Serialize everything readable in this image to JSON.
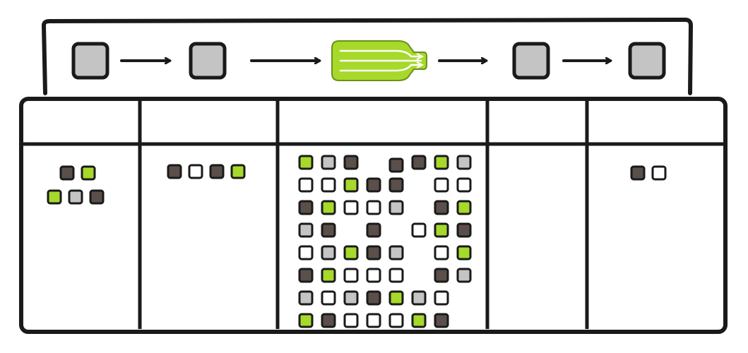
{
  "colors": {
    "stroke": "#1a1a1a",
    "background": "#ffffff",
    "gray": "#c4c4c4",
    "dark": "#5a4f4a",
    "green": "#a6d92a",
    "empty": "#ffffff"
  },
  "pipeline": {
    "steps": [
      {
        "kind": "box",
        "state": "gray"
      },
      {
        "kind": "arrow"
      },
      {
        "kind": "box",
        "state": "gray"
      },
      {
        "kind": "arrow"
      },
      {
        "kind": "bottleneck-icon",
        "state": "green"
      },
      {
        "kind": "arrow"
      },
      {
        "kind": "box",
        "state": "gray"
      },
      {
        "kind": "arrow"
      },
      {
        "kind": "box",
        "state": "gray"
      }
    ]
  },
  "board": {
    "columns": [
      {
        "cards": [
          [
            "dark",
            "green"
          ],
          [
            "green",
            "gray",
            "dark"
          ]
        ]
      },
      {
        "cards": [
          [
            "dark",
            "empty",
            "dark",
            "green"
          ]
        ]
      },
      {
        "cards": [
          [
            "green",
            "gray",
            "dark",
            "",
            "dark",
            "dark",
            "green",
            "gray"
          ],
          [
            "empty",
            "empty",
            "green",
            "dark",
            "dark",
            "",
            "empty",
            "empty"
          ],
          [
            "dark",
            "green",
            "empty",
            "empty",
            "gray",
            "",
            "dark",
            "green"
          ],
          [
            "gray",
            "dark",
            "",
            "dark",
            "",
            "empty",
            "green",
            "dark"
          ],
          [
            "empty",
            "gray",
            "green",
            "dark",
            "gray",
            "",
            "empty",
            "green"
          ],
          [
            "dark",
            "green",
            "empty",
            "empty",
            "empty",
            "",
            "dark",
            "gray"
          ],
          [
            "gray",
            "empty",
            "gray",
            "dark",
            "green",
            "gray",
            "empty",
            ""
          ],
          [
            "green",
            "dark",
            "empty",
            "empty",
            "empty",
            "green",
            "dark",
            ""
          ]
        ]
      },
      {
        "cards": []
      },
      {
        "cards": [
          [
            "dark",
            "empty"
          ]
        ]
      }
    ]
  }
}
